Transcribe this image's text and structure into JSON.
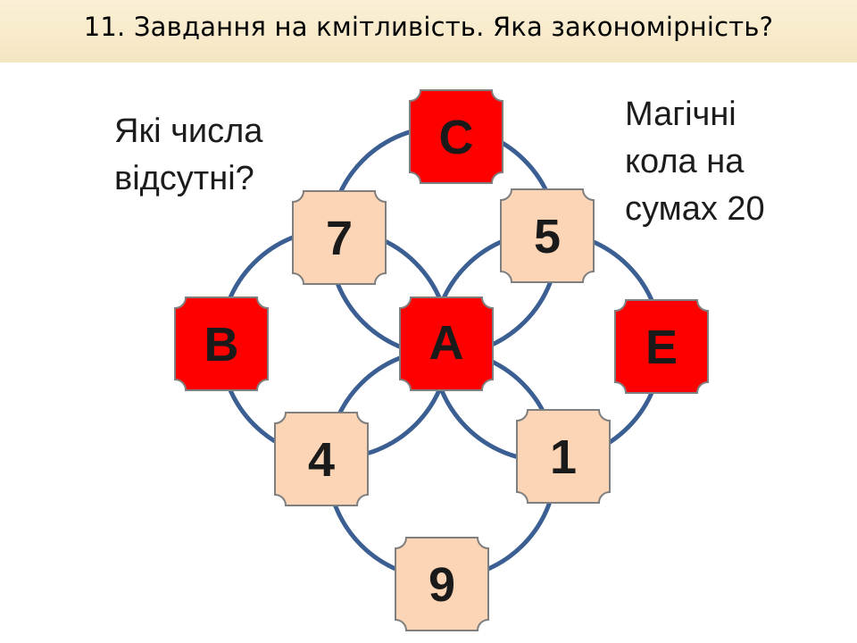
{
  "title": "11. Завдання на кмітливість. Яка закономірність?",
  "left_note": {
    "line1": "Які числа",
    "line2": "відсутні?"
  },
  "right_note": {
    "line1": "Магічні",
    "line2": "кола на",
    "line3": "сумах 20"
  },
  "colors": {
    "unknown_fill": "#ff0000",
    "known_fill": "#fbd5b5",
    "node_border": "#7f7f7f",
    "circle_stroke": "#3b5f92",
    "title_background": "#f7e9c8"
  },
  "nodes": {
    "c": {
      "label": "C",
      "kind": "unknown"
    },
    "seven": {
      "label": "7",
      "kind": "known"
    },
    "five": {
      "label": "5",
      "kind": "known"
    },
    "b": {
      "label": "B",
      "kind": "unknown"
    },
    "a": {
      "label": "A",
      "kind": "unknown"
    },
    "e": {
      "label": "E",
      "kind": "unknown"
    },
    "four": {
      "label": "4",
      "kind": "known"
    },
    "one": {
      "label": "1",
      "kind": "known"
    },
    "nine": {
      "label": "9",
      "kind": "known"
    }
  }
}
